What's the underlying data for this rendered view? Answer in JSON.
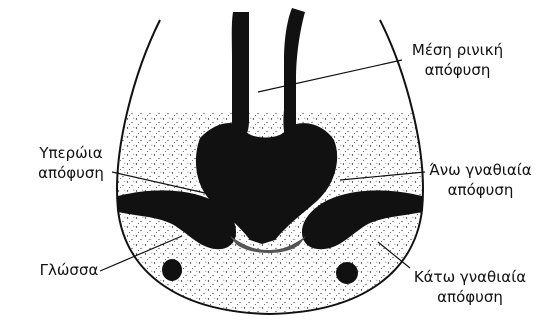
{
  "labels": {
    "median_nasal": [
      "Μέση ρινική",
      "απόφυση"
    ],
    "palatine": [
      "Υπερώια",
      "απόφυση"
    ],
    "maxillary": [
      "Άνω γναθιαία",
      "απόφυση"
    ],
    "tongue": "Γλώσσα",
    "mandibular": [
      "Κάτω γναθιαία",
      "απόφυση"
    ]
  }
}
